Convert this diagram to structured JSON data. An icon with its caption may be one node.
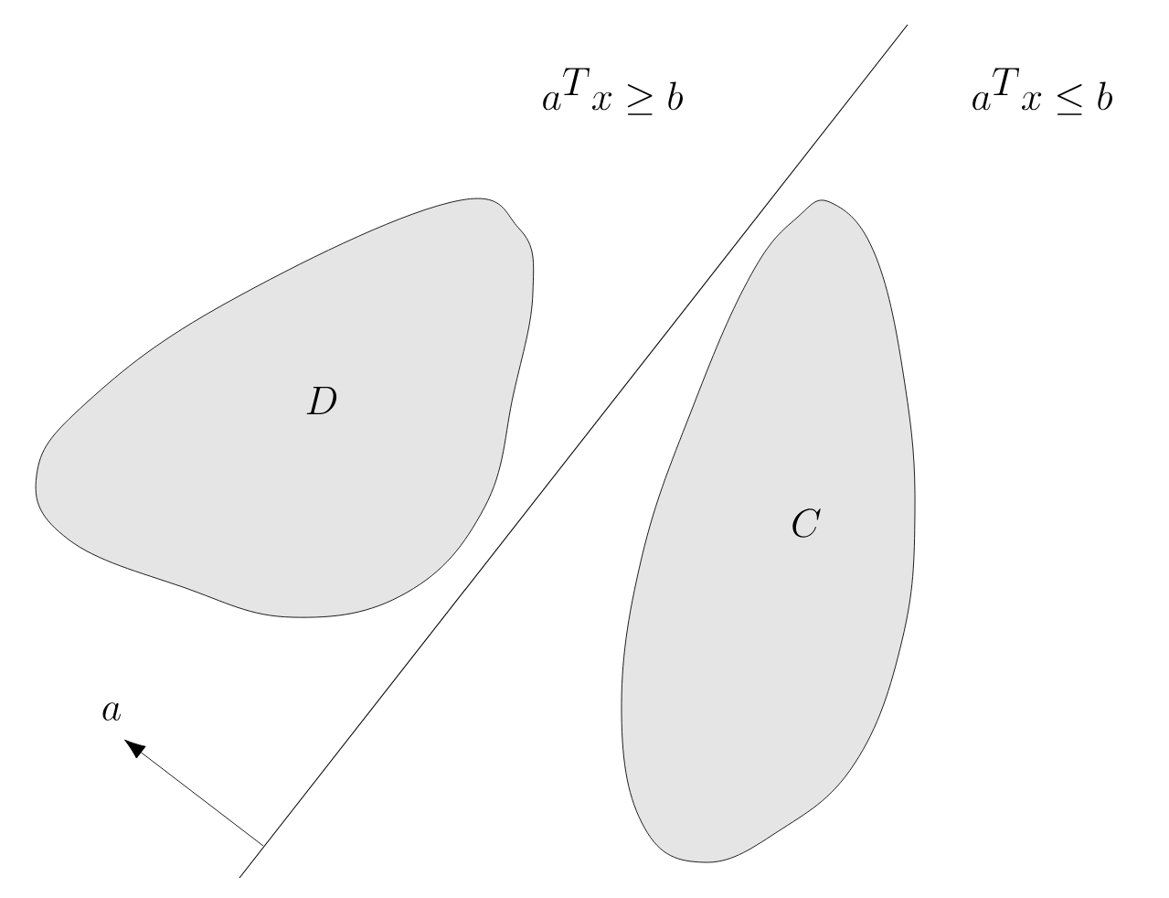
{
  "diagram": {
    "nodes": [
      {
        "text": [
          "D"
        ]
      },
      {
        "text": [
          "C"
        ]
      }
    ],
    "labels": [
      "a^T x \\geq b",
      "a^T x \\leq b",
      "a"
    ]
  }
}
